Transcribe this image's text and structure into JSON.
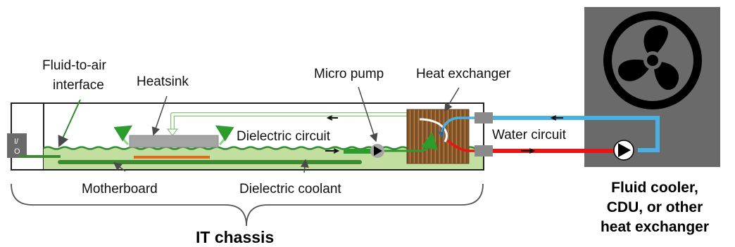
{
  "labels": {
    "fluid_to_air_line1": "Fluid-to-air",
    "fluid_to_air_line2": "interface",
    "heatsink": "Heatsink",
    "micro_pump": "Micro pump",
    "heat_exchanger": "Heat exchanger",
    "dielectric_circuit": "Dielectric circuit",
    "water_circuit": "Water circuit",
    "motherboard": "Motherboard",
    "dielectric_coolant": "Dielectric coolant",
    "it_chassis": "IT chassis",
    "fluid_cooler_line1": "Fluid cooler,",
    "fluid_cooler_line2": "CDU, or other",
    "fluid_cooler_line3": "heat exchanger",
    "io_line1": "I/",
    "io_line2": "O"
  },
  "colors": {
    "coolant_fill": "#c3dfa0",
    "board_green": "#3d8b2e",
    "wave_green": "#2e8b2e",
    "water_cold": "#49b0e3",
    "water_hot": "#e81515",
    "heat_exchanger_brown": "#8b5a2b",
    "cooler_gray": "#6a6a6a",
    "heatsink_gray": "#a5a5a5",
    "dielectric_loop": "#d8eccc"
  },
  "icons": {
    "fan": "fan-icon",
    "pump": "pump-icon"
  }
}
